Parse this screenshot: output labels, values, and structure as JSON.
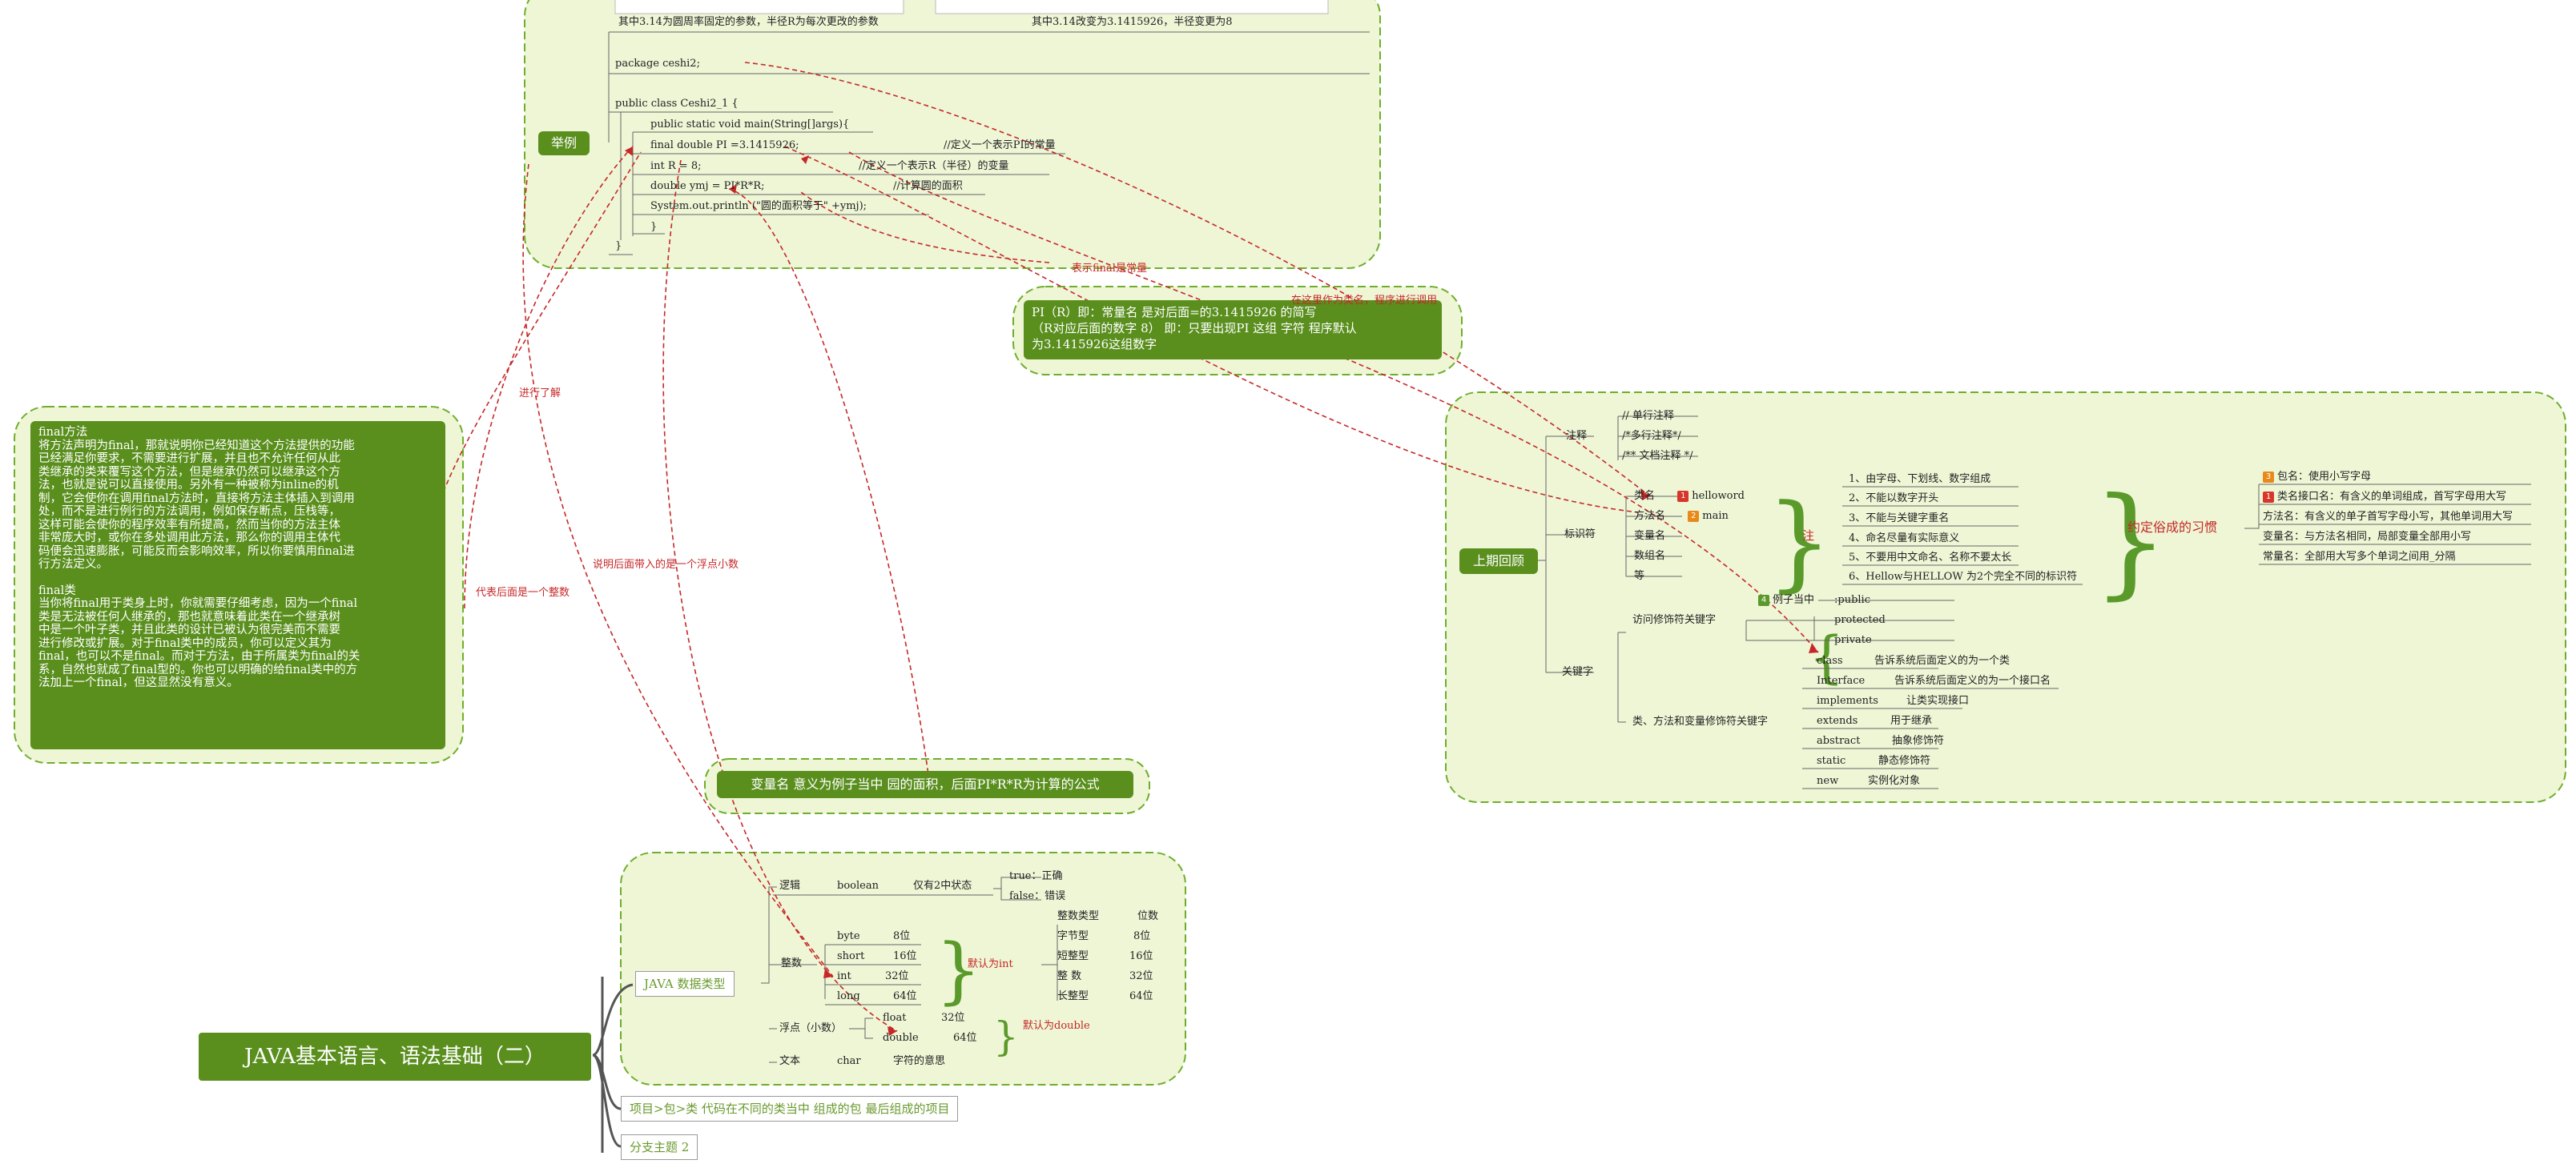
{
  "title": "JAVA基本语言、语法基础（二）",
  "java_types": {
    "root": "JAVA 数据类型",
    "logic": "逻辑",
    "boolean": "boolean",
    "boolean_note": "仅有2中状态",
    "true_label": "true：正确",
    "false_label": "false：错误",
    "integer": "整数",
    "int_rows": [
      {
        "type": "byte",
        "bits": "8位"
      },
      {
        "type": "short",
        "bits": "16位"
      },
      {
        "type": "int",
        "bits": "32位"
      },
      {
        "type": "long",
        "bits": "64位"
      }
    ],
    "int_default": "默认为int",
    "int_table_header": [
      "整数类型",
      "位数"
    ],
    "int_table": [
      [
        "字节型",
        "8位"
      ],
      [
        "短整型",
        "16位"
      ],
      [
        "整  数",
        "32位"
      ],
      [
        "长整型",
        "64位"
      ]
    ],
    "float_label": "浮点（小数）",
    "float_rows": [
      {
        "type": "float",
        "bits": "32位"
      },
      {
        "type": "double",
        "bits": "64位"
      }
    ],
    "float_default": "默认为double",
    "text": "文本",
    "char": "char",
    "char_note": "字符的意思"
  },
  "other_topics": {
    "project": "项目>包>类  代码在不同的类当中 组成的包 最后组成的项目",
    "branch": "分支主题 2"
  },
  "example": {
    "label": "举例",
    "top_left": "其中3.14为圆周率固定的参数，半径R为每次更改的参数",
    "top_right": "其中3.14改变为3.1415926，半径变更为8",
    "code": [
      "package      ceshi2;",
      "public      class      Ceshi2_1      {",
      "public static void main(String[]args){",
      "final      double      PI      =3.1415926;",
      "int      R      =      8;",
      "double      ymj      =      PI*R*R;",
      "System.out.println      (\"圆的面积等于\"      +ymj);",
      "}",
      "}"
    ],
    "comments": [
      "//定义一个表示PI的常量",
      "//定义一个表示R（半径）的变量",
      "//计算圆的面积"
    ]
  },
  "pi_note": {
    "lines": [
      "PI（R）即：常量名   是对后面=的3.1415926 的简写",
      "（R对应后面的数字 8） 即：只要出现PI 这组 字符 程序默认",
      "为3.1415926这组数字"
    ]
  },
  "formula_note": "变量名 意义为例子当中 园的面积，后面PI*R*R为计算的公式",
  "final_box": {
    "h1": "final方法",
    "p1": [
      "将方法声明为final，那就说明你已经知道这个方法提供的功能",
      "已经满足你要求，不需要进行扩展，并且也不允许任何从此",
      "类继承的类来覆写这个方法，但是继承仍然可以继承这个方",
      "法，也就是说可以直接使用。另外有一种被称为inline的机",
      "制，它会使你在调用final方法时，直接将方法主体插入到调用",
      "处，而不是进行例行的方法调用，例如保存断点，压栈等，",
      "这样可能会使你的程序效率有所提高，然而当你的方法主体",
      "非常庞大时，或你在多处调用此方法，那么你的调用主体代",
      "码便会迅速膨胀，可能反而会影响效率，所以你要慎用final进",
      "行方法定义。"
    ],
    "h2": "final类",
    "p2": [
      "当你将final用于类身上时，你就需要仔细考虑，因为一个final",
      "类是无法被任何人继承的，那也就意味着此类在一个继承树",
      "中是一个叶子类，并且此类的设计已被认为很完美而不需要",
      "进行修改或扩展。对于final类中的成员，你可以定义其为",
      "final，也可以不是final。而对于方法，由于所属类为final的关",
      "系，自然也就成了final型的。你也可以明确的给final类中的方",
      "法加上一个final，但这显然没有意义。"
    ]
  },
  "annotations": {
    "learn": "进行了解",
    "integer_hint": "代表后面是一个整数",
    "float_hint": "说明后面带入的是一个浮点小数",
    "final_hint": "表示final是常量",
    "class_hint": "在这里作为类名，程序进行调用"
  },
  "review": {
    "label": "上期回顾",
    "comments_label": "注释",
    "comments": [
      "// 单行注释",
      "/*多行注释*/",
      "/** 文档注释 */"
    ],
    "identifier_label": "标识符",
    "identifiers": [
      {
        "name": "类名",
        "badge": "1",
        "extra": "helloword"
      },
      {
        "name": "方法名",
        "badge": "2",
        "extra": "main"
      },
      {
        "name": "变量名"
      },
      {
        "name": "数组名"
      },
      {
        "name": "等"
      }
    ],
    "note_label": "注",
    "rules": [
      "1、由字母、下划线、数字组成",
      "2、不能以数字开头",
      "3、不能与关键字重名",
      "4、命名尽量有实际意义",
      "5、不要用中文命名、名称不要太长",
      "6、Hellow与HELLOW 为2个完全不同的标识符"
    ],
    "convention_label": "约定俗成的习惯",
    "conventions": [
      {
        "badge": "3",
        "text": "包名：使用小写字母"
      },
      {
        "badge": "1",
        "text": "类名接口名：有含义的单词组成，首写字母用大写"
      },
      {
        "text": "方法名：有含义的单子首写字母小写，其他单词用大写"
      },
      {
        "text": "变量名：与方法名相同，局部变量全部用小写"
      },
      {
        "text": "常量名：全部用大写多个单词之间用_分隔"
      }
    ],
    "keywords_label": "关键字",
    "access_label": "访问修饰符关键字",
    "access_badge": "4",
    "access_badge_text": "例子当中",
    "access": [
      ":public",
      "protected",
      "private"
    ],
    "class_mod_label": "类、方法和变量修饰符关键字",
    "class_mods": [
      {
        "k": "class",
        "v": "告诉系统后面定义的为一个类"
      },
      {
        "k": "Interface",
        "v": "告诉系统后面定义的为一个接口名"
      },
      {
        "k": "implements",
        "v": "让类实现接口"
      },
      {
        "k": "extends",
        "v": "用于继承"
      },
      {
        "k": "abstract",
        "v": "抽象修饰符"
      },
      {
        "k": "static",
        "v": "静态修饰符"
      },
      {
        "k": "new",
        "v": "实例化对象"
      }
    ]
  },
  "colors": {
    "green_dark": "#5a8f1e",
    "green_fill": "#eef6d6",
    "red": "#c62828",
    "border": "#6fae2c"
  }
}
